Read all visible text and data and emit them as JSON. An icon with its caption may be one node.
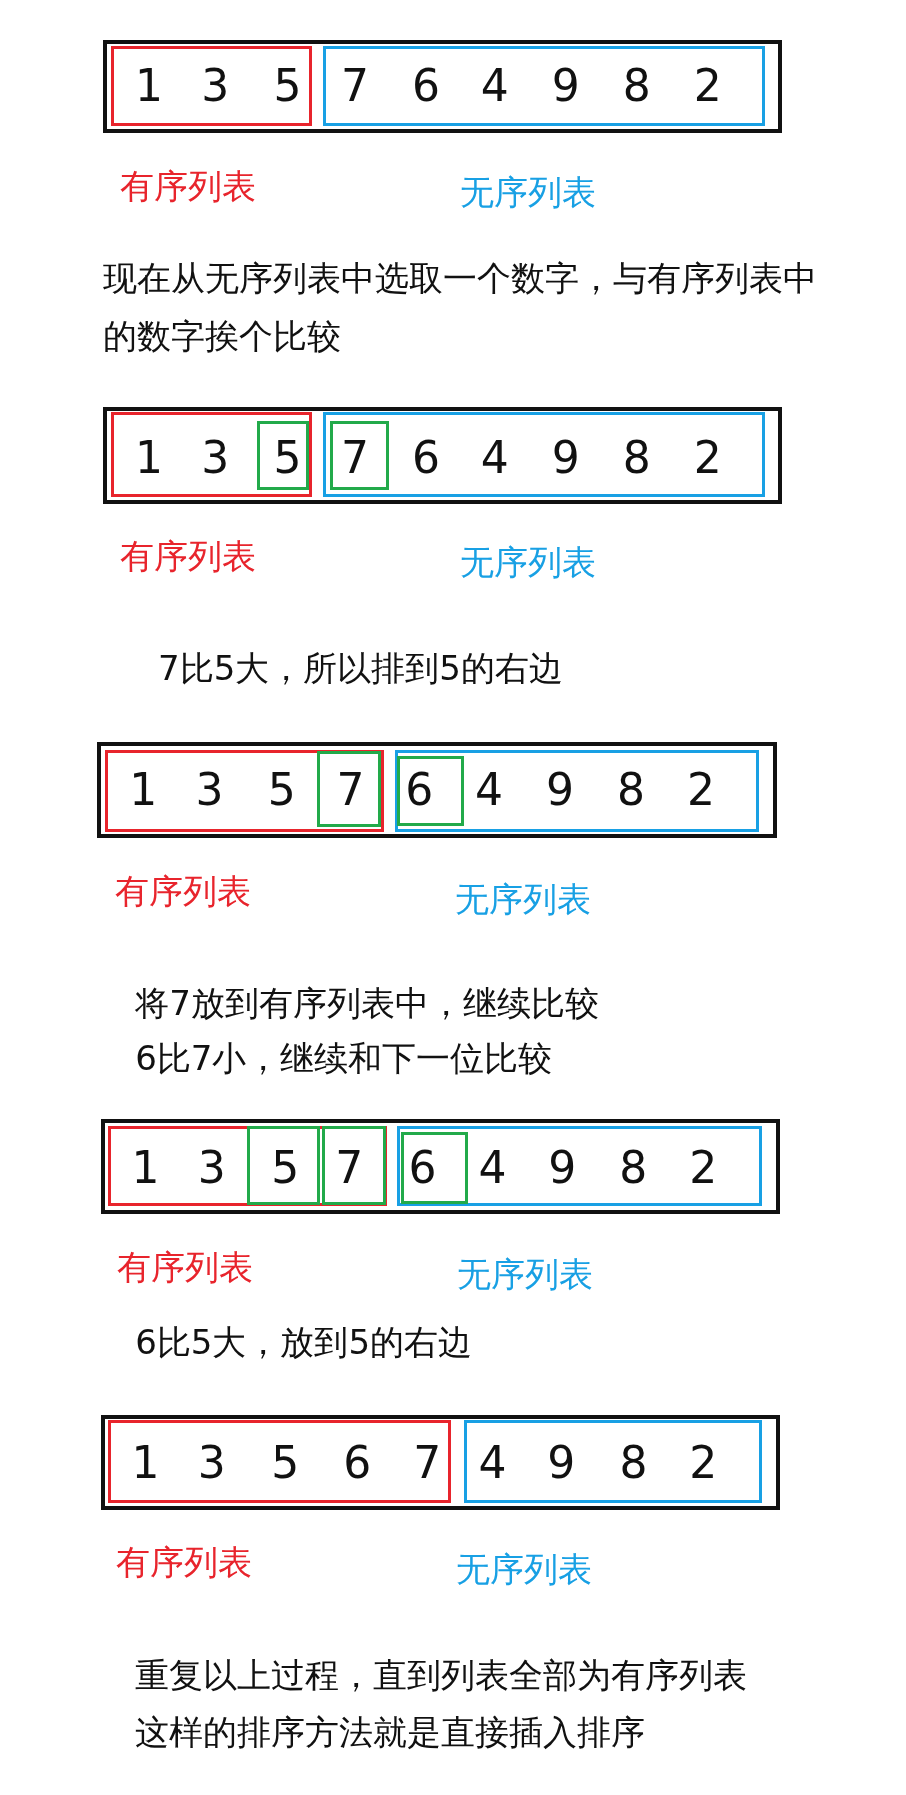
{
  "diagram": {
    "nodes": [
      {
        "text": [],
        "shape": "box"
      },
      {
        "text": [
          "1",
          "3",
          "5"
        ],
        "in": 0,
        "beside": [
          "有序列表"
        ]
      },
      {
        "text": [
          "7",
          "6",
          "4",
          "9",
          "8",
          "2"
        ],
        "in": 0,
        "beside": [
          "无序列表"
        ]
      },
      {
        "text": [],
        "shape": "box"
      },
      {
        "text": [
          "1",
          "3"
        ],
        "in": 3,
        "beside": [
          "有序列表"
        ]
      },
      {
        "text": [
          "5"
        ],
        "in": 4
      },
      {
        "text": [
          "6",
          "4",
          "9",
          "8",
          "2"
        ],
        "in": 3,
        "beside": [
          "无序列表"
        ]
      },
      {
        "text": [
          "7"
        ],
        "in": 6
      },
      {
        "text": [],
        "shape": "box"
      },
      {
        "text": [
          "1",
          "3",
          "5"
        ],
        "in": 8,
        "beside": [
          "有序列表"
        ]
      },
      {
        "text": [
          "7"
        ],
        "in": 9
      },
      {
        "text": [
          "4",
          "9",
          "8",
          "2"
        ],
        "in": 8,
        "beside": [
          "无序列表"
        ]
      },
      {
        "text": [
          "6"
        ],
        "in": 11
      },
      {
        "text": [],
        "shape": "box"
      },
      {
        "text": [
          "1",
          "3"
        ],
        "in": 13,
        "beside": [
          "有序列表"
        ]
      },
      {
        "text": [
          "5"
        ],
        "in": 14
      },
      {
        "text": [
          "7"
        ],
        "in": 14
      },
      {
        "text": [
          "4",
          "9",
          "8",
          "2"
        ],
        "in": 13,
        "beside": [
          "无序列表"
        ]
      },
      {
        "text": [
          "6"
        ],
        "in": 17
      },
      {
        "text": [],
        "shape": "box"
      },
      {
        "text": [
          "1",
          "3",
          "5",
          "6",
          "7"
        ],
        "in": 19,
        "beside": [
          "有序列表"
        ]
      },
      {
        "text": [
          "4",
          "9",
          "8",
          "2"
        ],
        "in": 19,
        "beside": [
          "无序列表"
        ]
      }
    ],
    "labels": [
      "现在从无序列表中选取一个数字，与有序列表中",
      "的数字挨个比较",
      "7比5大，所以排到5的右边",
      "将7放到有序列表中，继续比较",
      "6比7小，继续和下一位比较",
      "6比5大，放到5的右边",
      "重复以上过程，直到列表全部为有序列表",
      "这样的排序方法就是直接插入排序"
    ]
  }
}
